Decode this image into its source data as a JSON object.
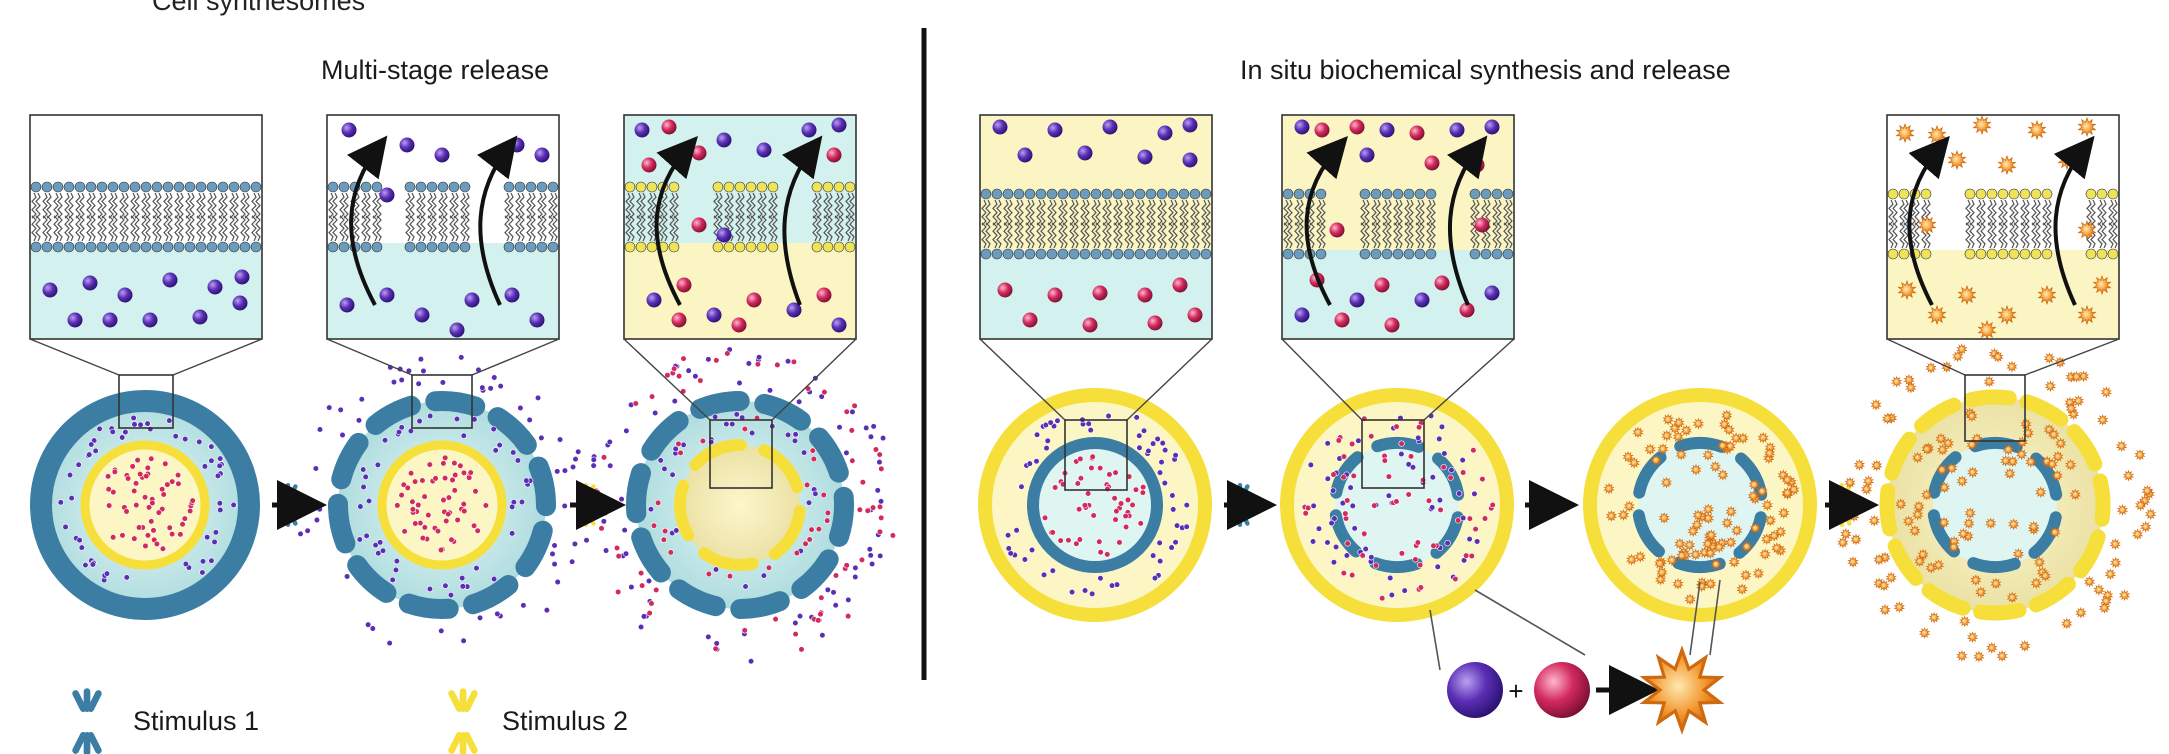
{
  "header": {
    "cut_text": "Cell synthesomes"
  },
  "panels": {
    "left_title": "Multi-stage release",
    "right_title": "In situ biochemical synthesis and release"
  },
  "legend": {
    "stimulus1": "Stimulus 1",
    "stimulus2": "Stimulus 2"
  },
  "reaction": {
    "plus": "+"
  },
  "colors": {
    "blue_shell": "#3b7da3",
    "yellow_shell": "#f6df3a",
    "cyan_fill": "#d3f1ee",
    "yellow_fill": "#fbf6c3",
    "purple_molecule": "#5b2fb5",
    "pink_molecule": "#d22a5e",
    "orange_product": "#f2952c"
  },
  "icons": [
    "stimulus-1-icon",
    "stimulus-2-icon",
    "arrow-icon",
    "purple-molecule-icon",
    "pink-molecule-icon",
    "product-star-icon"
  ]
}
